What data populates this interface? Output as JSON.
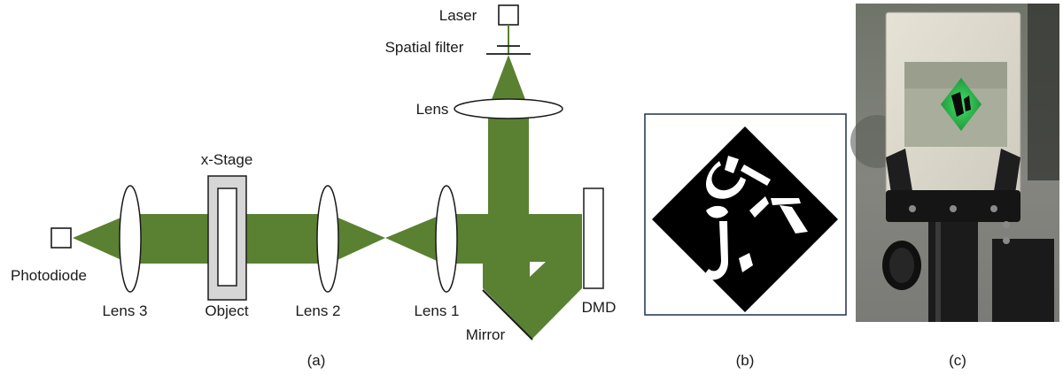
{
  "panel_a": {
    "labels": {
      "laser": "Laser",
      "spatial_filter": "Spatial filter",
      "lens": "Lens",
      "x_stage": "x-Stage",
      "photodiode": "Photodiode",
      "lens3": "Lens 3",
      "object": "Object",
      "lens2": "Lens 2",
      "lens1": "Lens 1",
      "dmd": "DMD",
      "mirror": "Mirror"
    },
    "caption": "(a)"
  },
  "panel_b": {
    "caption": "(b)"
  },
  "panel_c": {
    "caption": "(c)"
  },
  "colors": {
    "beam": "#5a8132",
    "stage_fill": "#d6d6d6",
    "outline": "#1a1a1a",
    "frame_border": "#2d3e55"
  }
}
